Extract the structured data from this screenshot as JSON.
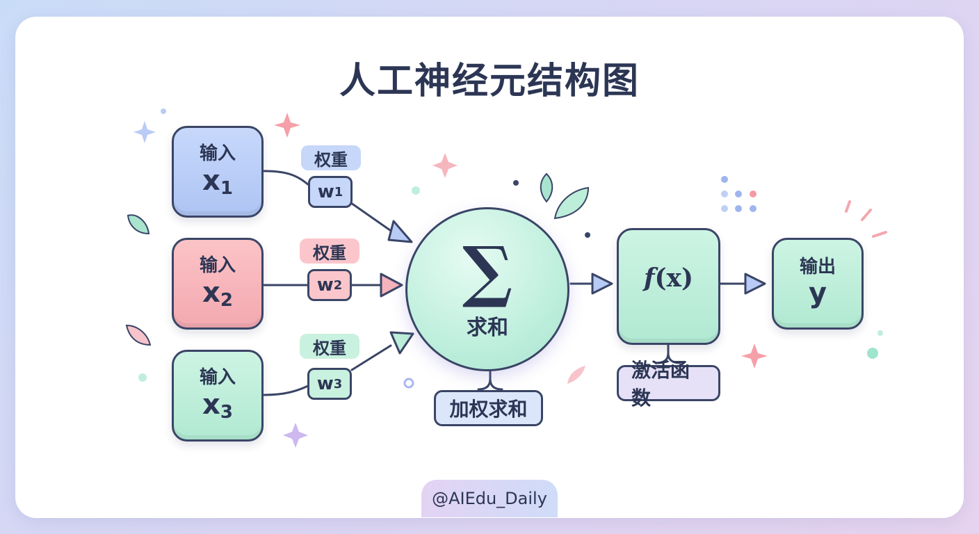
{
  "title": "人工神经元结构图",
  "inputs": [
    {
      "label": "输入",
      "var": "x",
      "sub": "1"
    },
    {
      "label": "输入",
      "var": "x",
      "sub": "2"
    },
    {
      "label": "输入",
      "var": "x",
      "sub": "3"
    }
  ],
  "weights": [
    {
      "tag": "权重",
      "var": "w",
      "sub": "1"
    },
    {
      "tag": "权重",
      "var": "w",
      "sub": "2"
    },
    {
      "tag": "权重",
      "var": "w",
      "sub": "3"
    }
  ],
  "summation": {
    "symbol": "∑",
    "label": "求和",
    "caption": "加权求和"
  },
  "activation": {
    "func": "f",
    "arg": "(x)",
    "caption": "激活函数"
  },
  "output": {
    "label": "输出",
    "var": "y"
  },
  "handle": "@AIEdu_Daily",
  "colors": {
    "blue": "#aec4f3",
    "red": "#f3a9b0",
    "green": "#b1e9d3",
    "outline": "#3a4566",
    "text": "#2c3654"
  }
}
